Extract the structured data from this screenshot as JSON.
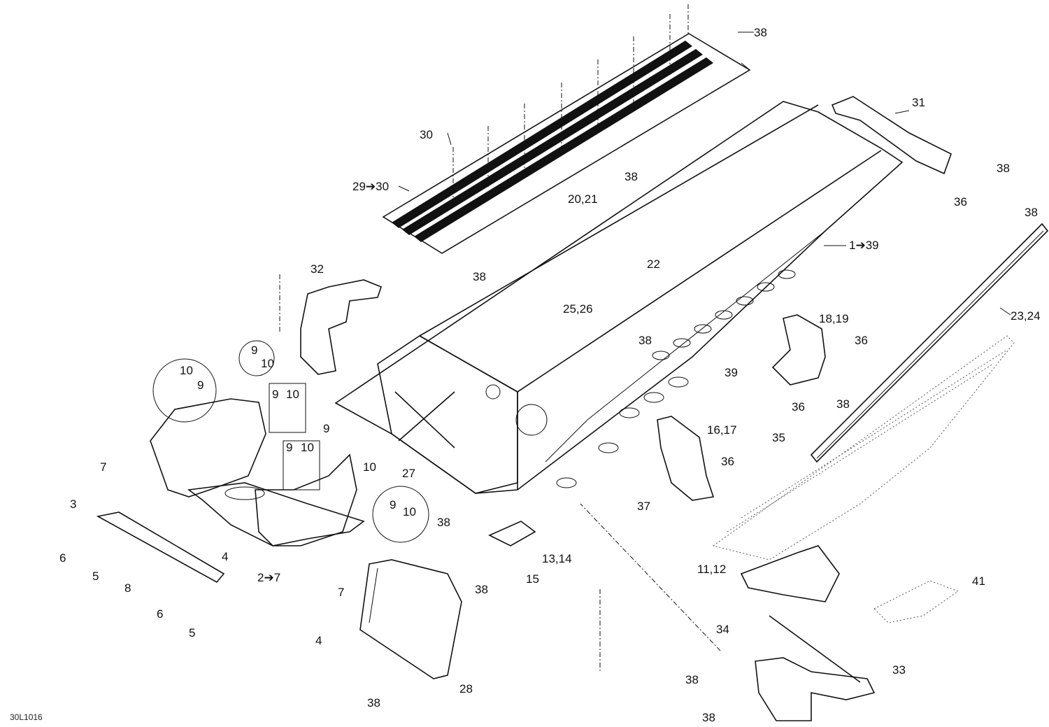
{
  "labels": {
    "l38_top": "38",
    "l31": "31",
    "l30": "30",
    "l29_30": "29➔30",
    "l38_tr": "38",
    "l36_tr": "36",
    "l38_a": "38",
    "l20_21": "20,21",
    "l1_39": "1➔39",
    "l38_rail": "38",
    "l22": "22",
    "l32": "32",
    "l38_b": "38",
    "l23_24": "23,24",
    "l25_26": "25,26",
    "l18_19": "18,19",
    "l36_a": "36",
    "l38_c": "38",
    "l39": "39",
    "l9_a": "9",
    "l10_a": "10",
    "l10_b": "10",
    "l9_b": "9",
    "l9_c": "9",
    "l10_c": "10",
    "l36_b": "36",
    "l38_d": "38",
    "l35": "35",
    "l16_17": "16,17",
    "l9_d": "9",
    "l10_d": "10",
    "l9_e": "9",
    "l36_c": "36",
    "l10_e": "10",
    "l7_a": "7",
    "l27": "27",
    "l37": "37",
    "l3": "3",
    "l9_f": "9",
    "l10_f": "10",
    "l38_e": "38",
    "l6_a": "6",
    "l4_a": "4",
    "l13_14": "13,14",
    "l5_a": "5",
    "l2_7": "2➔7",
    "l15": "15",
    "l11_12": "11,12",
    "l8": "8",
    "l38_f": "38",
    "l41": "41",
    "l7_b": "7",
    "l6_b": "6",
    "l34": "34",
    "l5_b": "5",
    "l4_b": "4",
    "l33": "33",
    "l38_g": "38",
    "l28": "28",
    "l38_h": "38",
    "l38_i": "38"
  },
  "drawing_code": "30L1016"
}
